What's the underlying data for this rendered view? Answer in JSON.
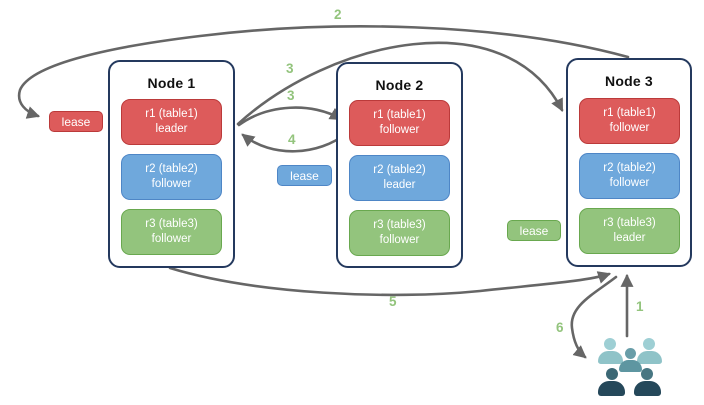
{
  "diagram_type": "distributed-database-leaseholder-diagram",
  "nodes": [
    {
      "title": "Node 1",
      "replicas": [
        {
          "label": "r1 (table1)",
          "role": "leader",
          "color": "#dd5b5b"
        },
        {
          "label": "r2 (table2)",
          "role": "follower",
          "color": "#6fa8dc"
        },
        {
          "label": "r3 (table3)",
          "role": "follower",
          "color": "#93c47d"
        }
      ]
    },
    {
      "title": "Node 2",
      "replicas": [
        {
          "label": "r1 (table1)",
          "role": "follower",
          "color": "#dd5b5b"
        },
        {
          "label": "r2 (table2)",
          "role": "leader",
          "color": "#6fa8dc"
        },
        {
          "label": "r3 (table3)",
          "role": "follower",
          "color": "#93c47d"
        }
      ]
    },
    {
      "title": "Node 3",
      "replicas": [
        {
          "label": "r1 (table1)",
          "role": "follower",
          "color": "#dd5b5b"
        },
        {
          "label": "r2 (table2)",
          "role": "follower",
          "color": "#6fa8dc"
        },
        {
          "label": "r3 (table3)",
          "role": "leader",
          "color": "#93c47d"
        }
      ]
    }
  ],
  "leases": {
    "red": {
      "label": "lease",
      "color": "#dd5b5b"
    },
    "blue": {
      "label": "lease",
      "color": "#6fa8dc"
    },
    "green": {
      "label": "lease",
      "color": "#93c47d"
    }
  },
  "steps": {
    "s1": "1",
    "s2": "2",
    "s3a": "3",
    "s3b": "3",
    "s4": "4",
    "s5": "5",
    "s6": "6"
  },
  "icons": {
    "users": "users-group-icon"
  },
  "colors": {
    "node_border": "#24395e",
    "arrow": "#666666",
    "step_number": "#93c47d",
    "replica_red": "#dd5b5b",
    "replica_blue": "#6fa8dc",
    "replica_green": "#93c47d",
    "users_light": "#9ecfd4",
    "users_medium": "#689da8",
    "users_dark": "#25485a"
  }
}
